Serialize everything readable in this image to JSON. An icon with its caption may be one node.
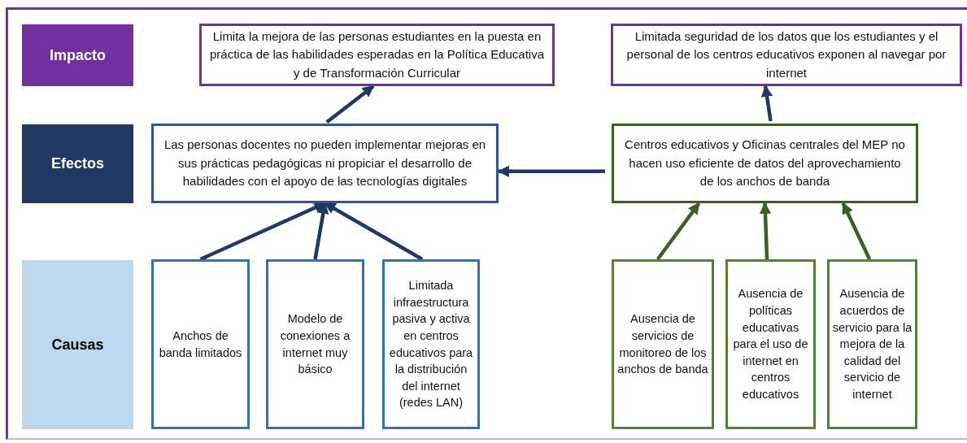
{
  "diagram": {
    "nodes": [
      {
        "text": [
          "Impacto"
        ]
      },
      {
        "text": [
          "Limita la mejora de las personas estudiantes en la puesta en práctica de las habilidades esperadas en la Política Educativa y de Transformación Curricular"
        ]
      },
      {
        "text": [
          "Limitada seguridad de los datos que los estudiantes y el personal de los centros educativos exponen al navegar por internet"
        ]
      },
      {
        "text": [
          "Efectos"
        ]
      },
      {
        "text": [
          "Las personas docentes no pueden implementar mejoras en sus prácticas pedagógicas ni propiciar el desarrollo de habilidades con el apoyo de las tecnologías digitales"
        ]
      },
      {
        "text": [
          "Centros educativos y Oficinas centrales del MEP no hacen uso eficiente de datos del aprovechamiento de los anchos de banda"
        ]
      },
      {
        "text": [
          "Causas"
        ]
      },
      {
        "text": [
          "Anchos de banda limitados"
        ]
      },
      {
        "text": [
          "Modelo de conexiones a internet muy básico"
        ]
      },
      {
        "text": [
          "Limitada infraestructura pasiva y activa en centros educativos para la distribución del internet (redes LAN)"
        ]
      },
      {
        "text": [
          "Ausencia de servicios de monitoreo de los anchos de banda"
        ]
      },
      {
        "text": [
          "Ausencia de políticas educativas para el uso de internet en centros educativos"
        ]
      },
      {
        "text": [
          "Ausencia de acuerdos de servicio para la mejora de la calidad del servicio de internet"
        ]
      }
    ],
    "edges": [
      {
        "from": 4,
        "to": 1,
        "arrow": "to"
      },
      {
        "from": 5,
        "to": 2,
        "arrow": "to"
      },
      {
        "from": 5,
        "to": 4,
        "arrow": "to"
      },
      {
        "from": 7,
        "to": 4,
        "arrow": "to"
      },
      {
        "from": 8,
        "to": 4,
        "arrow": "to"
      },
      {
        "from": 9,
        "to": 4,
        "arrow": "to"
      },
      {
        "from": 10,
        "to": 5,
        "arrow": "to",
        "color": "#3b5f24"
      },
      {
        "from": 11,
        "to": 5,
        "arrow": "to",
        "color": "#3b5f24"
      },
      {
        "from": 12,
        "to": 5,
        "arrow": "to",
        "color": "#3b5f24"
      }
    ]
  }
}
